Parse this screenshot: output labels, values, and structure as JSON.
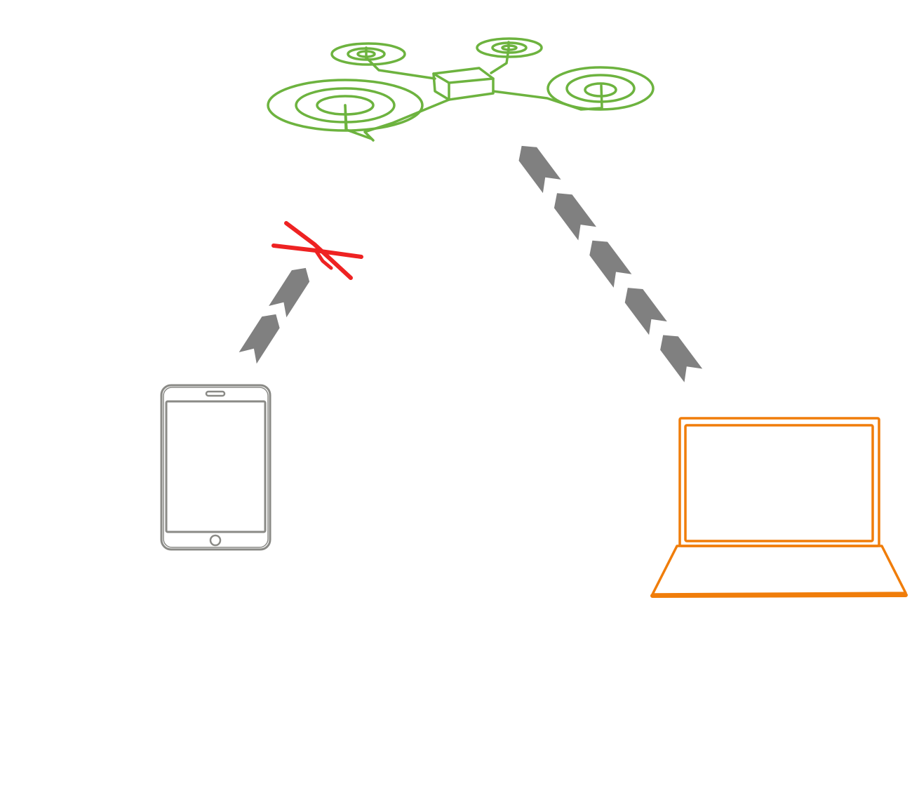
{
  "colors": {
    "drone": "#6db33f",
    "phone": "#8a8a86",
    "laptop": "#f07d0a",
    "arrow": "#808080",
    "blocked": "#ee2222",
    "background": "#ffffff"
  },
  "nodes": [
    {
      "id": "drone",
      "icon": "drone-icon"
    },
    {
      "id": "phone",
      "icon": "tablet-phone-icon"
    },
    {
      "id": "laptop",
      "icon": "laptop-icon"
    }
  ],
  "connections": [
    {
      "from": "phone",
      "to": "drone",
      "status": "blocked",
      "arrow_count": 2
    },
    {
      "from": "laptop",
      "to": "drone",
      "status": "connected",
      "arrow_count": 5
    }
  ]
}
